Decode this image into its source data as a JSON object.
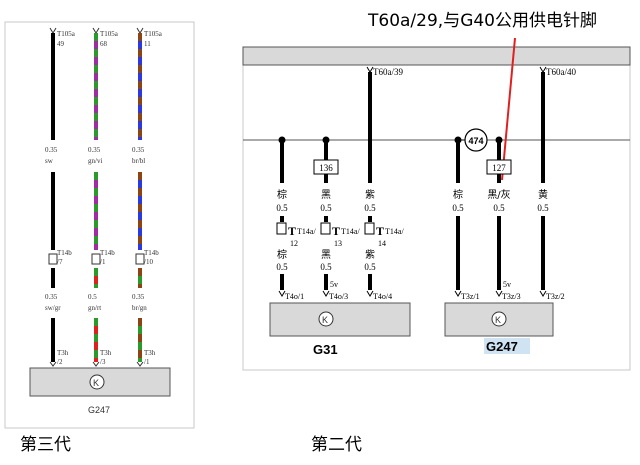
{
  "annotation": {
    "callout": "T60a/29,与G40公用供电针脚"
  },
  "captions": {
    "left": "第三代",
    "right": "第二代"
  },
  "third_gen": {
    "wires": [
      {
        "top_pin_a": "T105a",
        "top_pin_b": "49",
        "size": "0.35",
        "color_code": "sw",
        "conn": "T14b",
        "conn_pin": "7",
        "lower_size": "0.35",
        "lower_color": "sw/gr",
        "bottom_conn": "T3h",
        "bottom_pin": "2",
        "colors": [
          "#000000"
        ],
        "lower_colors": [
          "#000000"
        ]
      },
      {
        "top_pin_a": "T105a",
        "top_pin_b": "68",
        "size": "0.35",
        "color_code": "gn/vi",
        "conn": "T14b",
        "conn_pin": "1",
        "lower_size": "0.5",
        "lower_color": "gn/rt",
        "bottom_conn": "T3h",
        "bottom_pin": "3",
        "colors": [
          "#2a9a2a",
          "#a22aa2"
        ],
        "lower_colors": [
          "#2a9a2a",
          "#dd2020"
        ]
      },
      {
        "top_pin_a": "T105a",
        "top_pin_b": "11",
        "size": "0.35",
        "color_code": "br/bl",
        "conn": "T14b",
        "conn_pin": "10",
        "lower_size": "0.35",
        "lower_color": "br/gn",
        "bottom_conn": "T3h",
        "bottom_pin": "1",
        "colors": [
          "#8b4513",
          "#2a3ae0"
        ],
        "lower_colors": [
          "#8b4513",
          "#2a9a2a"
        ]
      }
    ],
    "component": "G247"
  },
  "second_gen": {
    "g31": {
      "label": "G31",
      "wires": [
        {
          "top": "",
          "box": "",
          "color": "棕",
          "size": "0.5",
          "conn": "T14a/",
          "conn_pin": "12",
          "lower_color": "棕",
          "lower_size": "0.5",
          "extra": "",
          "pin": "T4o/1"
        },
        {
          "top": "",
          "box": "136",
          "color": "黑",
          "size": "0.5",
          "conn": "T14a/",
          "conn_pin": "13",
          "lower_color": "黑",
          "lower_size": "0.5",
          "extra": "5v",
          "pin": "T4o/3"
        },
        {
          "top": "T60a/39",
          "box": "",
          "color": "紫",
          "size": "0.5",
          "conn": "T14a/",
          "conn_pin": "14",
          "lower_color": "紫",
          "lower_size": "0.5",
          "extra": "",
          "pin": "T4o/4"
        }
      ]
    },
    "g247": {
      "label": "G247",
      "node": "474",
      "wires": [
        {
          "top": "",
          "box": "",
          "color": "棕",
          "size": "0.5",
          "extra": "",
          "pin": "T3z/1"
        },
        {
          "top": "",
          "box": "127",
          "color": "黑/灰",
          "size": "0.5",
          "extra": "5v",
          "pin": "T3z/3"
        },
        {
          "top": "T60a/40",
          "box": "",
          "color": "黄",
          "size": "0.5",
          "extra": "",
          "pin": "T3z/2"
        }
      ]
    }
  }
}
